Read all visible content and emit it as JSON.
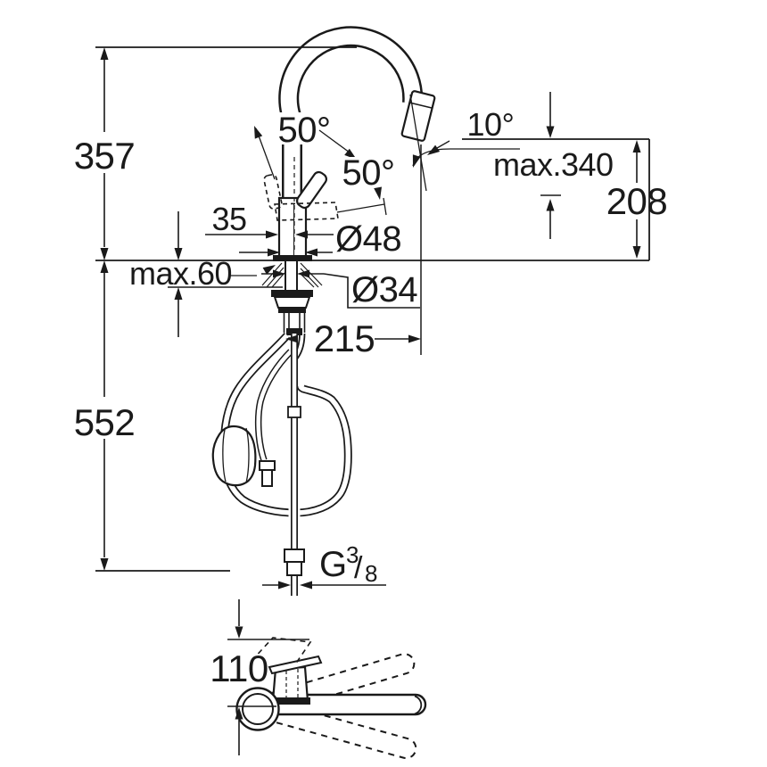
{
  "title": "Faucet technical dimension drawing",
  "colors": {
    "ink": "#1a1a1a",
    "background": "#ffffff"
  },
  "dims": {
    "total_height": "357",
    "under_counter_height": "552",
    "max_deck_thickness": "max.60",
    "body_offset": "35",
    "body_diameter": "Ø48",
    "hole_diameter": "Ø34",
    "projection": "215",
    "outlet_height": "208",
    "max_spout_height": "max.340",
    "spray_angle": "10°",
    "swivel_angle_1": "50°",
    "swivel_angle_2": "50°",
    "handle_clearance": "110"
  },
  "thread": {
    "g": "G",
    "numerator": "3",
    "slash": "/",
    "denominator": "8"
  }
}
